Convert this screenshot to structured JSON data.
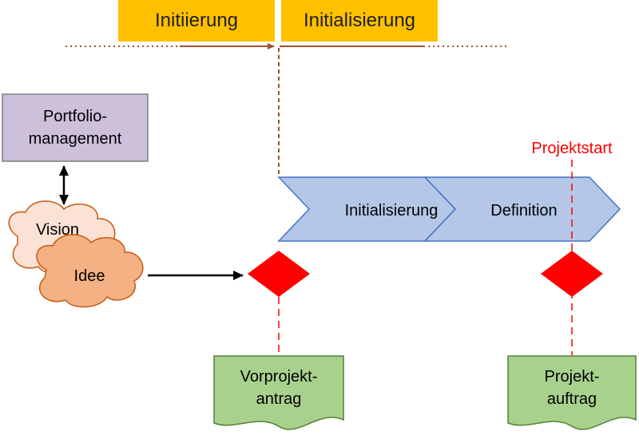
{
  "phases": {
    "initiierung": "Initiierung",
    "initialisierung": "Initialisierung"
  },
  "portfolio": {
    "line1": "Portfolio-",
    "line2": "management"
  },
  "clouds": {
    "vision": "Vision",
    "idee": "Idee"
  },
  "chevrons": {
    "initialisierung": "Initialisierung",
    "definition": "Definition"
  },
  "milestone": {
    "projektstart": "Projektstart"
  },
  "documents": {
    "vorprojektantrag_line1": "Vorprojekt-",
    "vorprojektantrag_line2": "antrag",
    "projektauftrag_line1": "Projekt-",
    "projektauftrag_line2": "auftrag"
  },
  "colors": {
    "phase_fill": "#FFC000",
    "timeline": "#A0522D",
    "portfolio_fill": "#CCC0DA",
    "cloud_back": "#FBE2D5",
    "cloud_front": "#F4B183",
    "cloud_stroke": "#C55A11",
    "chevron_fill": "#B4C7E7",
    "chevron_stroke": "#4472C4",
    "diamond": "#FF0000",
    "milestone_text": "#FF0000",
    "doc_fill": "#A9D18E",
    "doc_stroke": "#548235"
  }
}
